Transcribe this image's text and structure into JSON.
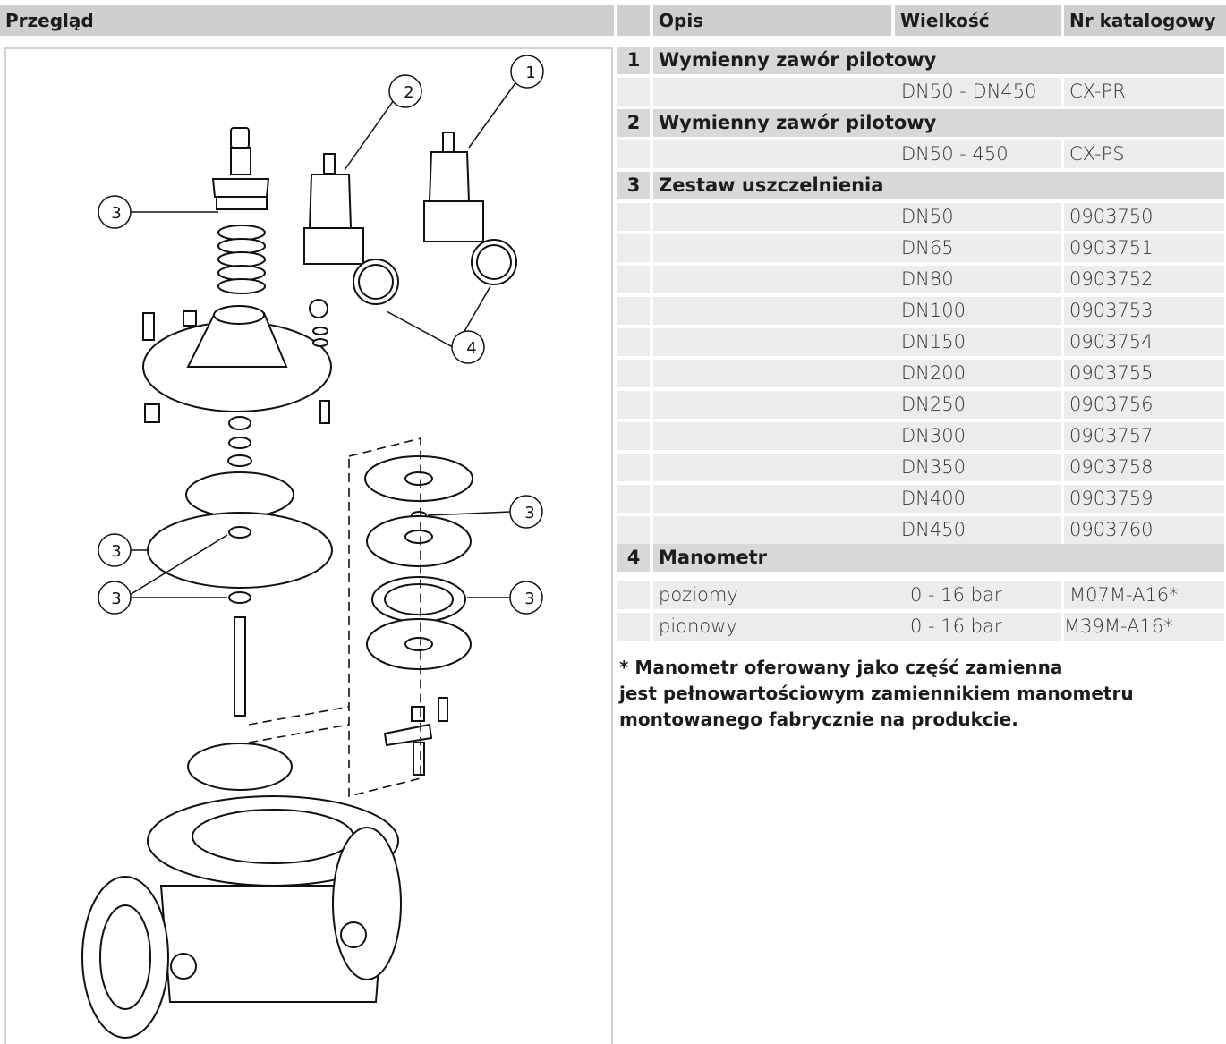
{
  "header": {
    "overview": "Przegląd",
    "col_desc": "Opis",
    "col_size": "Wielkość",
    "col_catalog": "Nr katalogowy"
  },
  "groups": [
    {
      "num": "1",
      "title": "Wymienny zawór pilotowy"
    },
    {
      "num": "2",
      "title": "Wymienny zawór pilotowy"
    },
    {
      "num": "3",
      "title": "Zestaw uszczelnienia"
    },
    {
      "num": "4",
      "title": "Manometr"
    }
  ],
  "pilot1": {
    "size": "DN50 - DN450",
    "catalog": "CX-PR"
  },
  "pilot2": {
    "size": "DN50 - 450",
    "catalog": "CX-PS"
  },
  "seal_kit": [
    {
      "size": "DN50",
      "catalog": "0903750"
    },
    {
      "size": "DN65",
      "catalog": "0903751"
    },
    {
      "size": "DN80",
      "catalog": "0903752"
    },
    {
      "size": "DN100",
      "catalog": "0903753"
    },
    {
      "size": "DN150",
      "catalog": "0903754"
    },
    {
      "size": "DN200",
      "catalog": "0903755"
    },
    {
      "size": "DN250",
      "catalog": "0903756"
    },
    {
      "size": "DN300",
      "catalog": "0903757"
    },
    {
      "size": "DN350",
      "catalog": "0903758"
    },
    {
      "size": "DN400",
      "catalog": "0903759"
    },
    {
      "size": "DN450",
      "catalog": "0903760"
    }
  ],
  "gauges": [
    {
      "desc": "poziomy",
      "size": "0 - 16 bar",
      "catalog": "M07M-A16*"
    },
    {
      "desc": "pionowy",
      "size": "0 - 16 bar",
      "catalog": "M39M-A16*"
    }
  ],
  "note": {
    "line1": "* Manometr oferowany jako część zamienna",
    "line2": "jest pełnowartościowym zamiennikiem manometru",
    "line3": "montowanego fabrycznie na produkcie."
  },
  "callouts": {
    "c1": "1",
    "c2": "2",
    "c3": "3",
    "c4": "4"
  }
}
